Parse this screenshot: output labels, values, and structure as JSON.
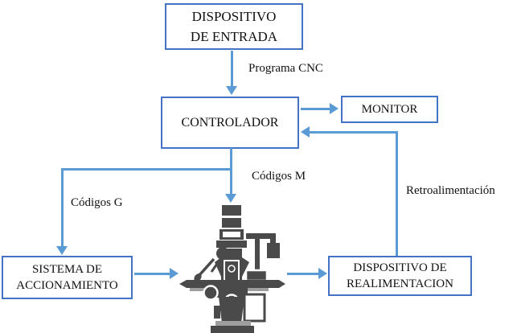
{
  "boxes": {
    "entrada": {
      "line1": "DISPOSITIVO",
      "line2": "DE ENTRADA"
    },
    "controlador": {
      "label": "CONTROLADOR"
    },
    "monitor": {
      "label": "MONITOR"
    },
    "sistema": {
      "line1": "SISTEMA DE",
      "line2": "ACCIONAMIENTO"
    },
    "realimentacion": {
      "line1": "DISPOSITIVO DE",
      "line2": "REALIMENTACION"
    }
  },
  "labels": {
    "programa_cnc": "Programa CNC",
    "codigos_m": "Códigos M",
    "codigos_g": "Códigos G",
    "retroalimentacion": "Retroalimentación"
  },
  "colors": {
    "arrow_blue": "#5b9bd5",
    "box_border_blue": "#4472c4",
    "machine_dark": "#4a4a4a",
    "machine_light": "#9e9e9e"
  }
}
